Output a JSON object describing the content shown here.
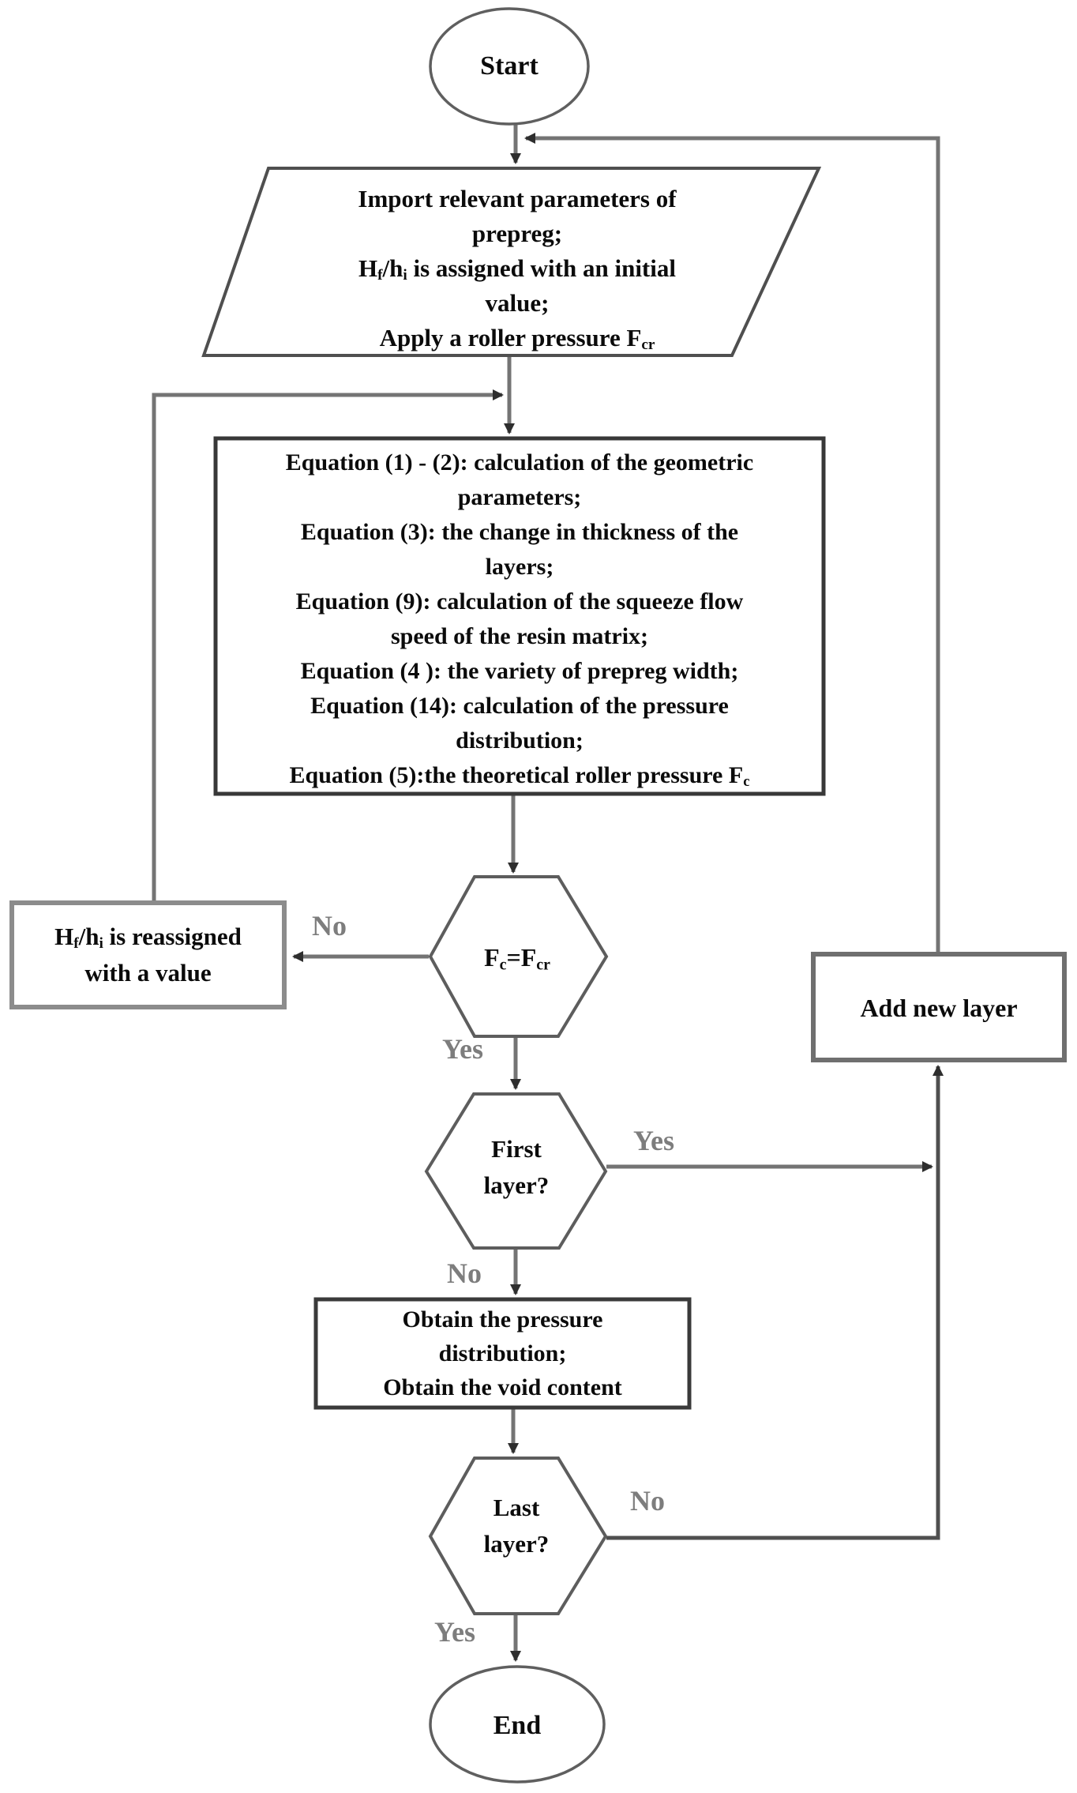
{
  "flowchart": {
    "start": {
      "label": "Start"
    },
    "input_parameters": {
      "lines": [
        [
          {
            "t": "Import relevant parameters of"
          }
        ],
        [
          {
            "t": "prepreg;"
          }
        ],
        [
          {
            "t": "H"
          },
          {
            "s": "f"
          },
          {
            "t": "/h"
          },
          {
            "s": "i"
          },
          {
            "t": " is assigned with an initial"
          }
        ],
        [
          {
            "t": "value;"
          }
        ],
        [
          {
            "t": "Apply a roller pressure F"
          },
          {
            "s": "cr"
          }
        ]
      ]
    },
    "calculation": {
      "lines": [
        [
          {
            "t": "Equation (1) - (2):  calculation of the geometric"
          }
        ],
        [
          {
            "t": "parameters;"
          }
        ],
        [
          {
            "t": "Equation (3): the change in thickness of the"
          }
        ],
        [
          {
            "t": "layers;"
          }
        ],
        [
          {
            "t": "Equation (9): calculation of the squeeze flow"
          }
        ],
        [
          {
            "t": "speed of the resin matrix;"
          }
        ],
        [
          {
            "t": "Equation (4 ): the variety of prepreg width;"
          }
        ],
        [
          {
            "t": "Equation (14): calculation of the pressure"
          }
        ],
        [
          {
            "t": "distribution;"
          }
        ],
        [
          {
            "t": "Equation (5):the theoretical roller pressure F"
          },
          {
            "s": "c"
          }
        ]
      ]
    },
    "decision_pressure": {
      "label": [
        {
          "t": "F"
        },
        {
          "s": "c"
        },
        {
          "t": "=F"
        },
        {
          "s": "cr"
        }
      ],
      "no_label": "No",
      "yes_label": "Yes"
    },
    "reassign": {
      "lines": [
        [
          {
            "t": "H"
          },
          {
            "s": "f"
          },
          {
            "t": "/h"
          },
          {
            "s": "i"
          },
          {
            "t": " is reassigned"
          }
        ],
        [
          {
            "t": "with a value"
          }
        ]
      ]
    },
    "add_layer": {
      "label": "Add new layer"
    },
    "decision_first_layer": {
      "lines": [
        [
          {
            "t": "First"
          }
        ],
        [
          {
            "t": "layer?"
          }
        ]
      ],
      "yes_label": "Yes",
      "no_label": "No"
    },
    "obtain": {
      "lines": [
        [
          {
            "t": "Obtain the pressure"
          }
        ],
        [
          {
            "t": "distribution;"
          }
        ],
        [
          {
            "t": "Obtain the  void content"
          }
        ]
      ]
    },
    "decision_last_layer": {
      "lines": [
        [
          {
            "t": "Last"
          }
        ],
        [
          {
            "t": "layer?"
          }
        ]
      ],
      "no_label": "No",
      "yes_label": "Yes"
    },
    "end": {
      "label": "End"
    },
    "colors": {
      "connector_gray": "#747474",
      "arrowhead_dark": "#2e2e2e",
      "text_black": "#0b0b0b",
      "branch_label_gray": "#7d7d7d",
      "background": "#ffffff"
    }
  }
}
